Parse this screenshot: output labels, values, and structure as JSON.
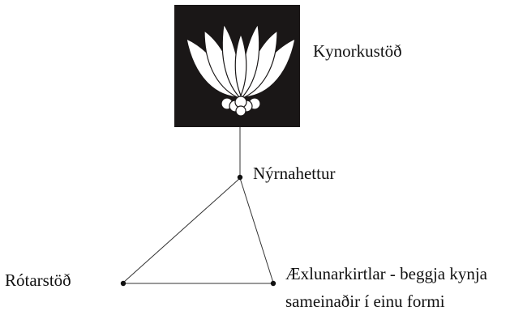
{
  "nodes": {
    "crown": {
      "label": "Kynorkustöð",
      "icon": "lotus-icon"
    },
    "adrenal": {
      "label": "Nýrnahettur"
    },
    "root": {
      "label": "Rótarstöð"
    },
    "gonads": {
      "label_line1": "Æxlunarkirtlar - beggja kynja",
      "label_line2": "sameinaðir í einu formi"
    }
  },
  "colors": {
    "ink": "#111111",
    "panel": "#1a1717",
    "lotus": "#ffffff",
    "background": "#ffffff"
  }
}
